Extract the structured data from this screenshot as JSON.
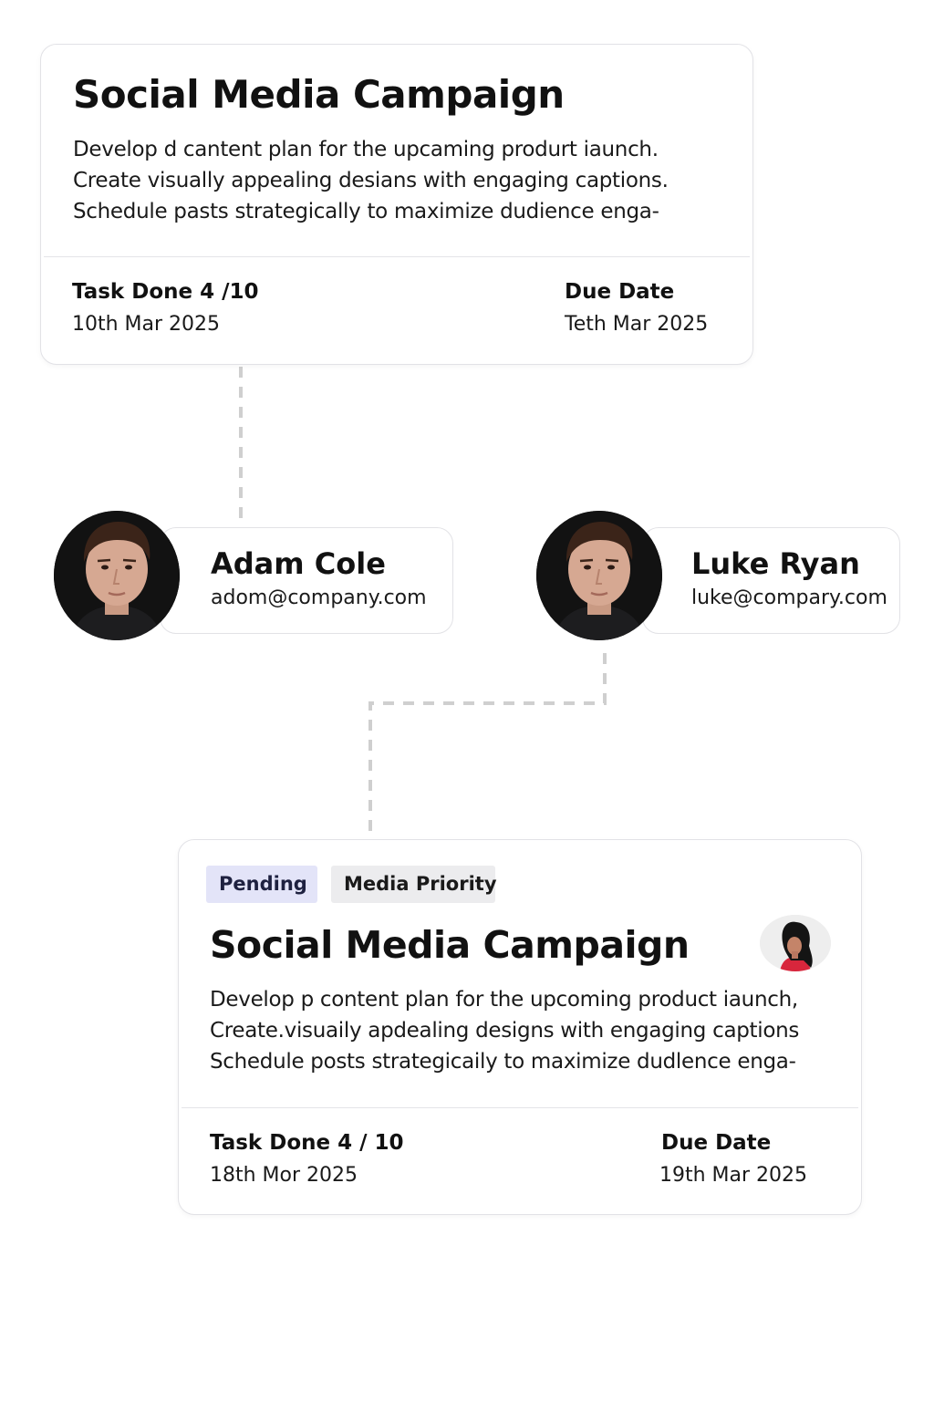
{
  "top_card": {
    "title": "Social Media Campaign",
    "description": [
      "Develop d cantent plan for the upcaming produrt iaunch.",
      "Create visually appealing desians with engaging captions.",
      "Schedule pasts strategically to maximize dudience enga-"
    ],
    "task_label": "Task Done 4 /10",
    "task_date": "10th Mar 2025",
    "due_label": "Due Date",
    "due_date": "Teth Mar 2025"
  },
  "people": [
    {
      "name": "Adam Cole",
      "email": "adom@company.com",
      "avatar": "male-portrait-photo"
    },
    {
      "name": "Luke Ryan",
      "email": "luke@compary.com",
      "avatar": "male-portrait-photo"
    }
  ],
  "bottom_card": {
    "tags": [
      "Pending",
      "Media Priority"
    ],
    "title": "Social Media Campaign",
    "assignee_avatar": "female-avatar-illustration",
    "description": [
      "Develop p content plan for the upcoming product iaunch,",
      "Create.visuaily apdealing designs with engaging captions",
      "Schedule posts strategicaily to maximize dudlence enga-"
    ],
    "task_label": "Task Done 4 / 10",
    "task_date": "18th Mor 2025",
    "due_label": "Due Date",
    "due_date": "19th Mar 2025"
  },
  "colors": {
    "pending_tag_bg": "#e3e4f8",
    "priority_tag_bg": "#ececee",
    "connector": "#cfcfcf",
    "card_border": "#e2e2e6"
  }
}
